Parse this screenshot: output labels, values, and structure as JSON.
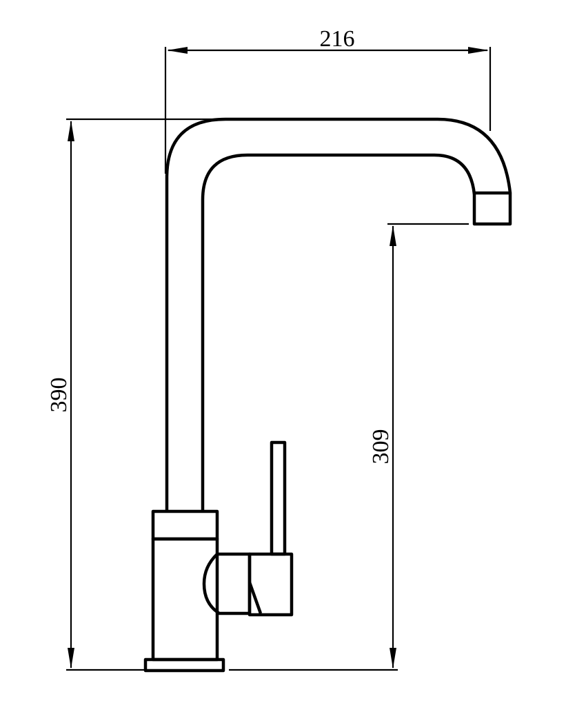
{
  "dimensions": {
    "overall_width": "216",
    "overall_height": "390",
    "spout_clearance": "309"
  }
}
